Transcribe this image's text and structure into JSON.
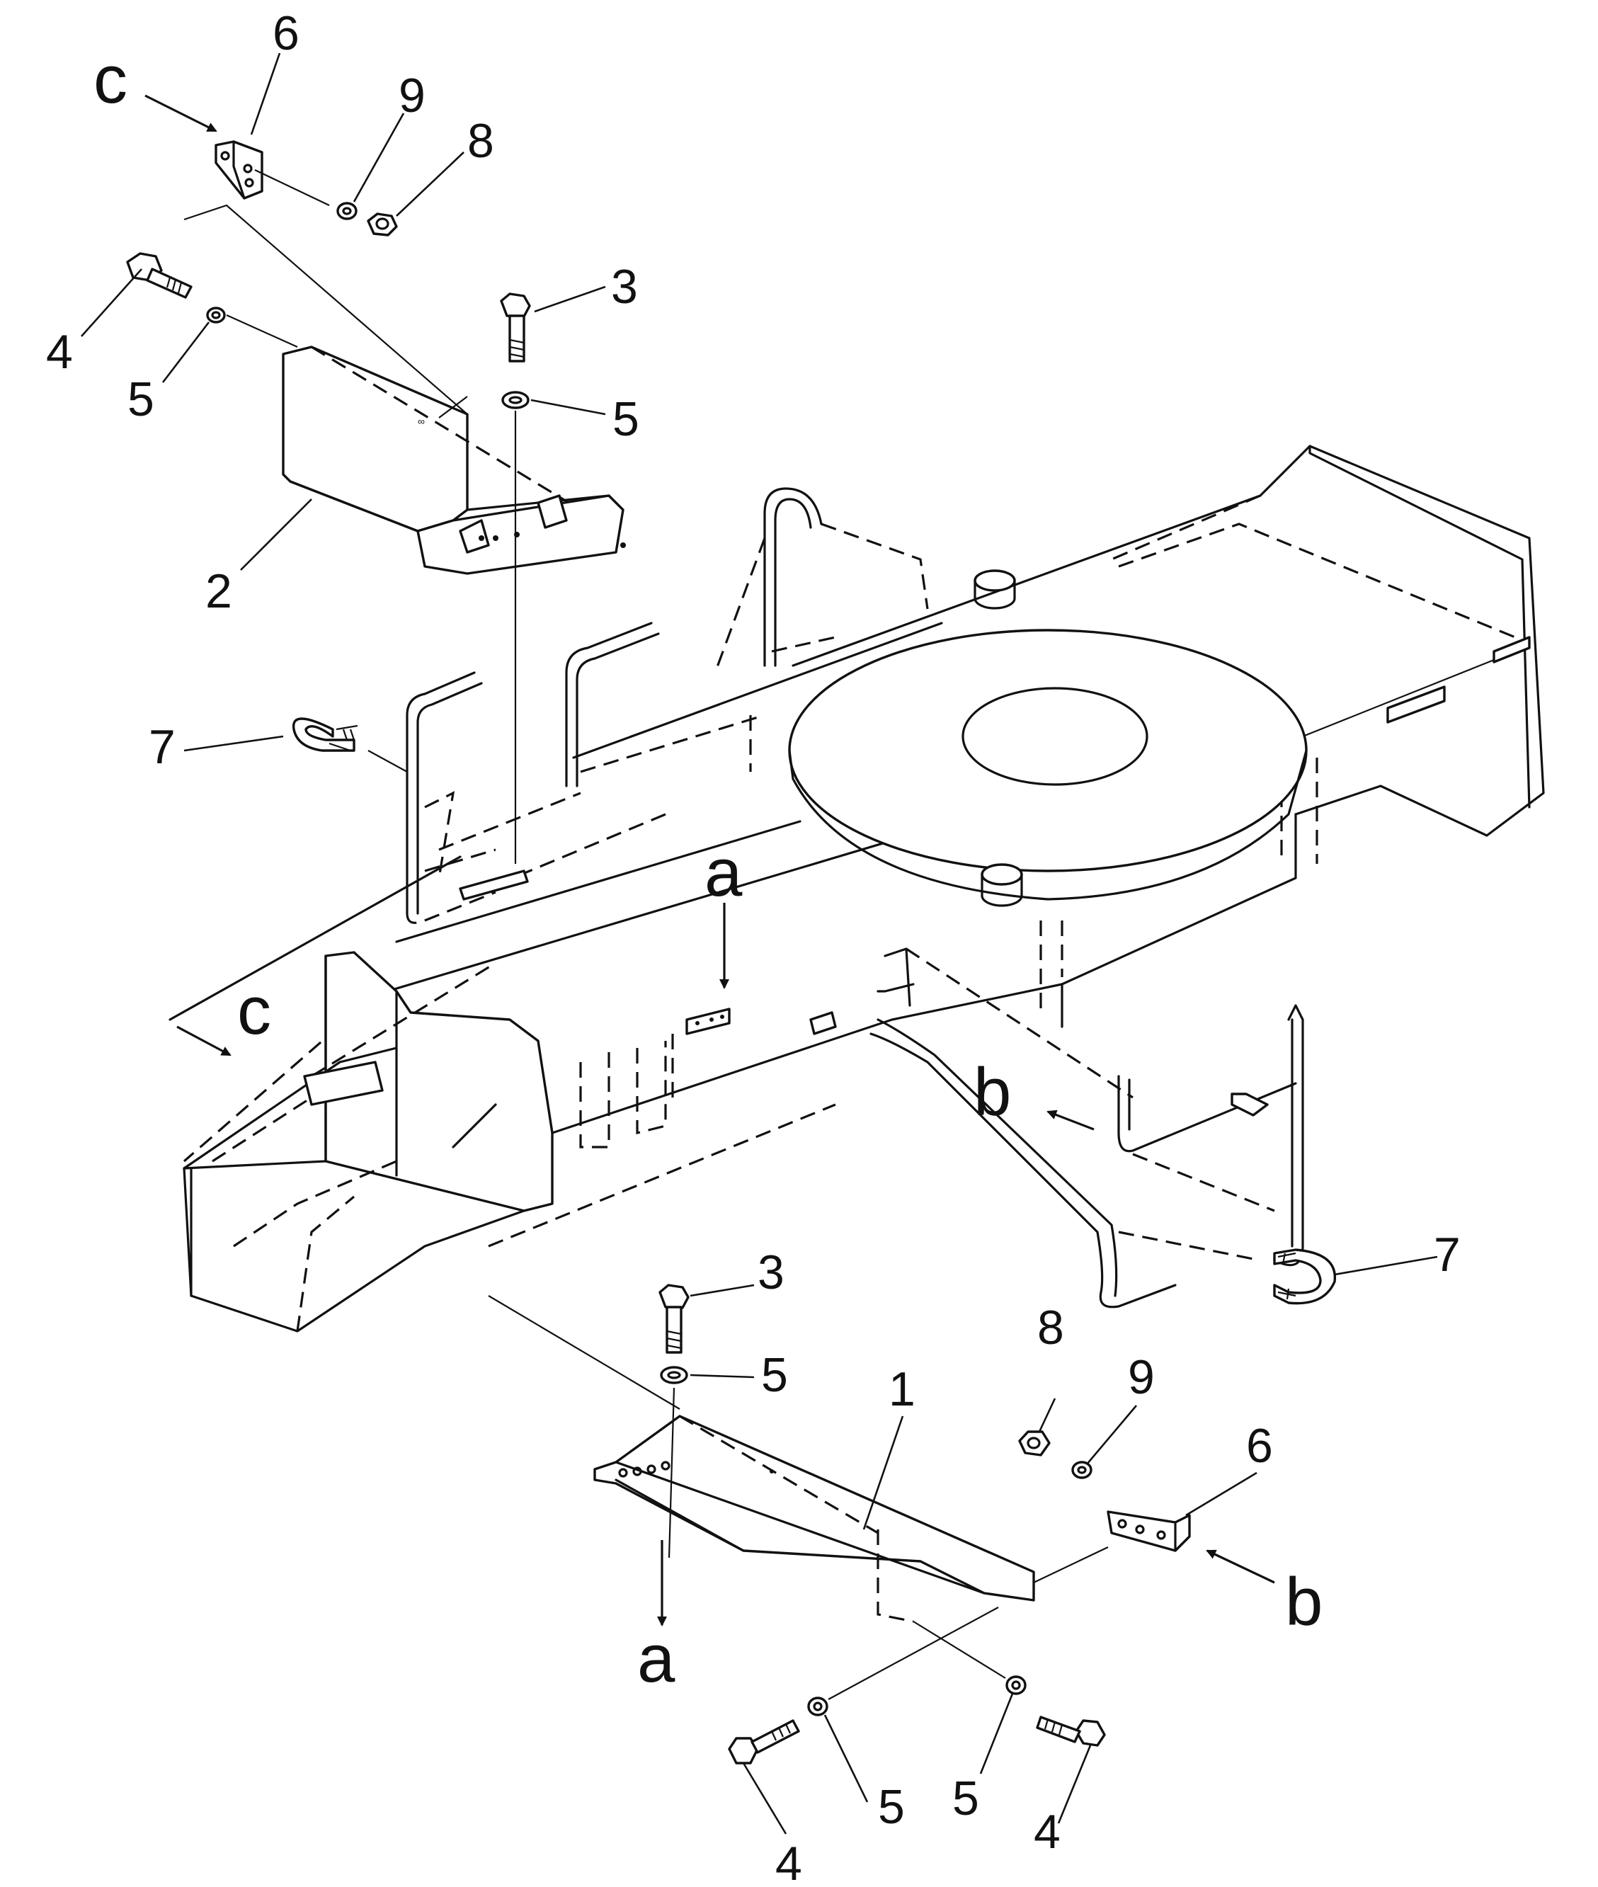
{
  "diagram": {
    "callouts": [
      {
        "id": "c6-top",
        "text": "6"
      },
      {
        "id": "c9-top",
        "text": "9"
      },
      {
        "id": "c8-top",
        "text": "8"
      },
      {
        "id": "c3-top",
        "text": "3"
      },
      {
        "id": "c4-top",
        "text": "4"
      },
      {
        "id": "c5-top-left",
        "text": "5"
      },
      {
        "id": "c5-top-right",
        "text": "5"
      },
      {
        "id": "c2",
        "text": "2"
      },
      {
        "id": "c7-left",
        "text": "7"
      },
      {
        "id": "c7-right",
        "text": "7"
      },
      {
        "id": "c3-bottom",
        "text": "3"
      },
      {
        "id": "c5-bottom",
        "text": "5"
      },
      {
        "id": "c1",
        "text": "1"
      },
      {
        "id": "c8-bottom",
        "text": "8"
      },
      {
        "id": "c9-bottom",
        "text": "9"
      },
      {
        "id": "c6-bottom",
        "text": "6"
      },
      {
        "id": "c5-bl",
        "text": "5"
      },
      {
        "id": "c5-br",
        "text": "5"
      },
      {
        "id": "c4-bl",
        "text": "4"
      },
      {
        "id": "c4-br",
        "text": "4"
      }
    ],
    "view_letters": [
      {
        "id": "v-c-top",
        "text": "c"
      },
      {
        "id": "v-c-mid",
        "text": "c"
      },
      {
        "id": "v-a-top",
        "text": "a"
      },
      {
        "id": "v-a-bottom",
        "text": "a"
      },
      {
        "id": "v-b-mid",
        "text": "b"
      },
      {
        "id": "v-b-bottom",
        "text": "b"
      }
    ]
  }
}
